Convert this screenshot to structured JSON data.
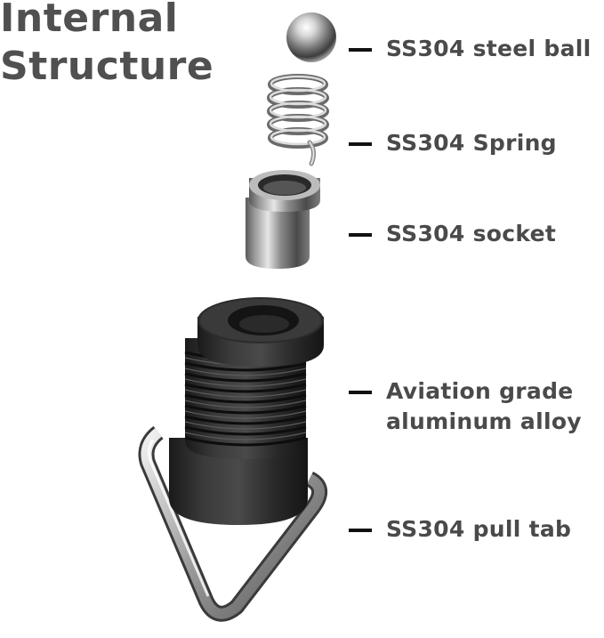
{
  "title": {
    "line1": "Internal",
    "line2": "Structure"
  },
  "labels": [
    {
      "lines": [
        "SS304 steel ball"
      ]
    },
    {
      "lines": [
        "SS304 Spring"
      ]
    },
    {
      "lines": [
        "SS304 socket"
      ]
    },
    {
      "lines": [
        "Aviation grade",
        "aluminum alloy"
      ]
    },
    {
      "lines": [
        "SS304 pull tab"
      ]
    }
  ]
}
